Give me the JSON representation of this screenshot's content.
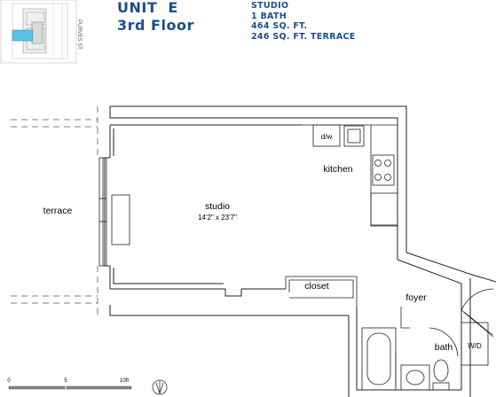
{
  "header": {
    "unit": "UNIT  E",
    "floor": "3rd Floor",
    "specs": [
      "STUDIO",
      "1 BATH",
      "464 SQ. FT.",
      "246 SQ. FT. TERRACE"
    ]
  },
  "key_plan": {
    "street": "PURVES ST"
  },
  "rooms": {
    "studio": "studio",
    "studio_dims": "14'2\" x 23'7\"",
    "kitchen": "kitchen",
    "dishwasher": "d/w",
    "terrace": "terrace",
    "closet": "closet",
    "foyer": "foyer",
    "bath": "bath",
    "washer_dryer": "W/D"
  },
  "scale_bar": {
    "ticks": [
      "0",
      "5",
      "10ft"
    ]
  },
  "colors": {
    "brand_blue": "#1b4f8a",
    "highlight": "#5bc0e6"
  }
}
